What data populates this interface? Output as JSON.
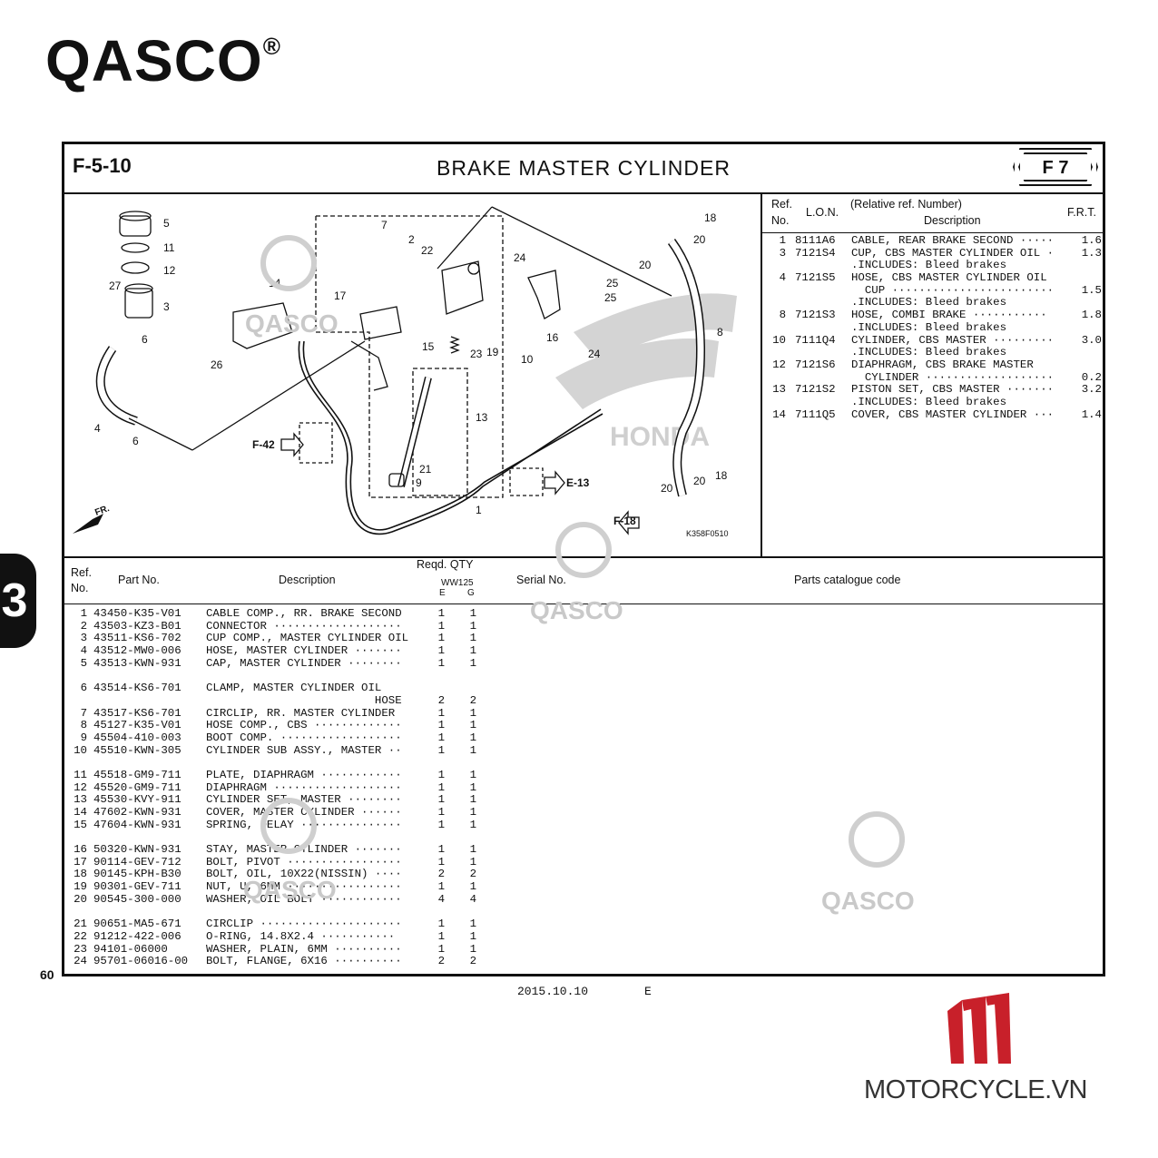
{
  "logo": {
    "text": "QASCO",
    "reg": "®"
  },
  "header": {
    "ref": "F-5-10",
    "title": "BRAKE  MASTER  CYLINDER",
    "fig": "F 7"
  },
  "lon_table": {
    "headers": {
      "ref": "Ref.",
      "no": "No.",
      "lon": "L.O.N.",
      "desc_top": "(Relative ref. Number)",
      "desc": "Description",
      "frt": "F.R.T."
    },
    "rows": [
      {
        "ref": "1",
        "lon": "8111A6",
        "desc": "CABLE, REAR BRAKE SECOND ·····",
        "frt": "1.6"
      },
      {
        "ref": "3",
        "lon": "7121S4",
        "desc": "CUP, CBS MASTER CYLINDER OIL ·",
        "frt": "1.3"
      },
      {
        "ref": "",
        "lon": "",
        "desc": ".INCLUDES: Bleed brakes",
        "frt": ""
      },
      {
        "ref": "4",
        "lon": "7121S5",
        "desc": "HOSE, CBS MASTER CYLINDER OIL",
        "frt": ""
      },
      {
        "ref": "",
        "lon": "",
        "desc": "  CUP ························",
        "frt": "1.5"
      },
      {
        "ref": "",
        "lon": "",
        "desc": ".INCLUDES: Bleed brakes",
        "frt": ""
      },
      {
        "ref": "8",
        "lon": "7121S3",
        "desc": "HOSE, COMBI BRAKE ···········",
        "frt": "1.8"
      },
      {
        "ref": "",
        "lon": "",
        "desc": ".INCLUDES: Bleed brakes",
        "frt": ""
      },
      {
        "ref": "10",
        "lon": "7111Q4",
        "desc": "CYLINDER, CBS MASTER ·········",
        "frt": "3.0"
      },
      {
        "ref": "",
        "lon": "",
        "desc": ".INCLUDES: Bleed brakes",
        "frt": ""
      },
      {
        "ref": "12",
        "lon": "7121S6",
        "desc": "DIAPHRAGM, CBS BRAKE MASTER",
        "frt": ""
      },
      {
        "ref": "",
        "lon": "",
        "desc": "  CYLINDER ···················",
        "frt": "0.2"
      },
      {
        "ref": "13",
        "lon": "7121S2",
        "desc": "PISTON SET, CBS MASTER ·······",
        "frt": "3.2"
      },
      {
        "ref": "",
        "lon": "",
        "desc": ".INCLUDES: Bleed brakes",
        "frt": ""
      },
      {
        "ref": "14",
        "lon": "7111Q5",
        "desc": "COVER, CBS MASTER CYLINDER ···",
        "frt": "1.4"
      }
    ]
  },
  "diagram": {
    "code": "K358F0510",
    "callouts": [
      "5",
      "11",
      "12",
      "27",
      "3",
      "6",
      "4",
      "6",
      "14",
      "26",
      "7",
      "2",
      "22",
      "17",
      "15",
      "23",
      "19",
      "10",
      "13",
      "21",
      "9",
      "24",
      "25",
      "25",
      "16",
      "24",
      "18",
      "20",
      "20",
      "8",
      "20",
      "18",
      "20",
      "1"
    ],
    "refs": {
      "f42": "F-42",
      "e13": "E-13",
      "f18": "F-18",
      "fr": "FR."
    },
    "watermark": "HONDA"
  },
  "parts": {
    "headers": {
      "ref": "Ref.",
      "no": "No.",
      "part": "Part No.",
      "desc": "Description",
      "reqd": "Reqd.  QTY",
      "model": "WW125",
      "e": "E",
      "g": "G",
      "serial": "Serial No.",
      "catalogue": "Parts catalogue code"
    },
    "rows": [
      {
        "ref": "1",
        "part": "43450-K35-V01",
        "desc": "CABLE COMP., RR. BRAKE SECOND",
        "e": "1",
        "g": "1"
      },
      {
        "ref": "2",
        "part": "43503-KZ3-B01",
        "desc": "CONNECTOR ···················",
        "e": "1",
        "g": "1"
      },
      {
        "ref": "3",
        "part": "43511-KS6-702",
        "desc": "CUP COMP., MASTER CYLINDER OIL",
        "e": "1",
        "g": "1"
      },
      {
        "ref": "4",
        "part": "43512-MW0-006",
        "desc": "HOSE, MASTER CYLINDER ·······",
        "e": "1",
        "g": "1"
      },
      {
        "ref": "5",
        "part": "43513-KWN-931",
        "desc": "CAP, MASTER CYLINDER ········",
        "e": "1",
        "g": "1"
      },
      {
        "ref": "",
        "part": "",
        "desc": "",
        "e": "",
        "g": ""
      },
      {
        "ref": "6",
        "part": "43514-KS6-701",
        "desc": "CLAMP, MASTER CYLINDER OIL",
        "e": "",
        "g": ""
      },
      {
        "ref": "",
        "part": "",
        "desc": "                         HOSE",
        "e": "2",
        "g": "2"
      },
      {
        "ref": "7",
        "part": "43517-KS6-701",
        "desc": "CIRCLIP, RR. MASTER CYLINDER",
        "e": "1",
        "g": "1"
      },
      {
        "ref": "8",
        "part": "45127-K35-V01",
        "desc": "HOSE COMP., CBS ·············",
        "e": "1",
        "g": "1"
      },
      {
        "ref": "9",
        "part": "45504-410-003",
        "desc": "BOOT COMP. ··················",
        "e": "1",
        "g": "1"
      },
      {
        "ref": "10",
        "part": "45510-KWN-305",
        "desc": "CYLINDER SUB ASSY., MASTER ··",
        "e": "1",
        "g": "1"
      },
      {
        "ref": "",
        "part": "",
        "desc": "",
        "e": "",
        "g": ""
      },
      {
        "ref": "11",
        "part": "45518-GM9-711",
        "desc": "PLATE, DIAPHRAGM ············",
        "e": "1",
        "g": "1"
      },
      {
        "ref": "12",
        "part": "45520-GM9-711",
        "desc": "DIAPHRAGM ···················",
        "e": "1",
        "g": "1"
      },
      {
        "ref": "13",
        "part": "45530-KVY-911",
        "desc": "CYLINDER SET, MASTER ········",
        "e": "1",
        "g": "1"
      },
      {
        "ref": "14",
        "part": "47602-KWN-931",
        "desc": "COVER, MASTER CYLINDER ······",
        "e": "1",
        "g": "1"
      },
      {
        "ref": "15",
        "part": "47604-KWN-931",
        "desc": "SPRING, DELAY ···············",
        "e": "1",
        "g": "1"
      },
      {
        "ref": "",
        "part": "",
        "desc": "",
        "e": "",
        "g": ""
      },
      {
        "ref": "16",
        "part": "50320-KWN-931",
        "desc": "STAY, MASTER CYLINDER ·······",
        "e": "1",
        "g": "1"
      },
      {
        "ref": "17",
        "part": "90114-GEV-712",
        "desc": "BOLT, PIVOT ·················",
        "e": "1",
        "g": "1"
      },
      {
        "ref": "18",
        "part": "90145-KPH-B30",
        "desc": "BOLT, OIL, 10X22(NISSIN) ····",
        "e": "2",
        "g": "2"
      },
      {
        "ref": "19",
        "part": "90301-GEV-711",
        "desc": "NUT, U, 6MM ·················",
        "e": "1",
        "g": "1"
      },
      {
        "ref": "20",
        "part": "90545-300-000",
        "desc": "WASHER, OIL BOLT ············",
        "e": "4",
        "g": "4"
      },
      {
        "ref": "",
        "part": "",
        "desc": "",
        "e": "",
        "g": ""
      },
      {
        "ref": "21",
        "part": "90651-MA5-671",
        "desc": "CIRCLIP ·····················",
        "e": "1",
        "g": "1"
      },
      {
        "ref": "22",
        "part": "91212-422-006",
        "desc": "O-RING, 14.8X2.4 ···········",
        "e": "1",
        "g": "1"
      },
      {
        "ref": "23",
        "part": "94101-06000",
        "desc": "WASHER, PLAIN, 6MM ··········",
        "e": "1",
        "g": "1"
      },
      {
        "ref": "24",
        "part": "95701-06016-00",
        "desc": "BOLT, FLANGE, 6X16 ··········",
        "e": "2",
        "g": "2"
      }
    ]
  },
  "side_badge": "3",
  "page_number": "60",
  "footer": {
    "date": "2015.10.10",
    "code": "E"
  },
  "watermark_text": "QASCO",
  "brand": {
    "text": "MOTORCYCLE.VN",
    "color": "#c8202a"
  }
}
